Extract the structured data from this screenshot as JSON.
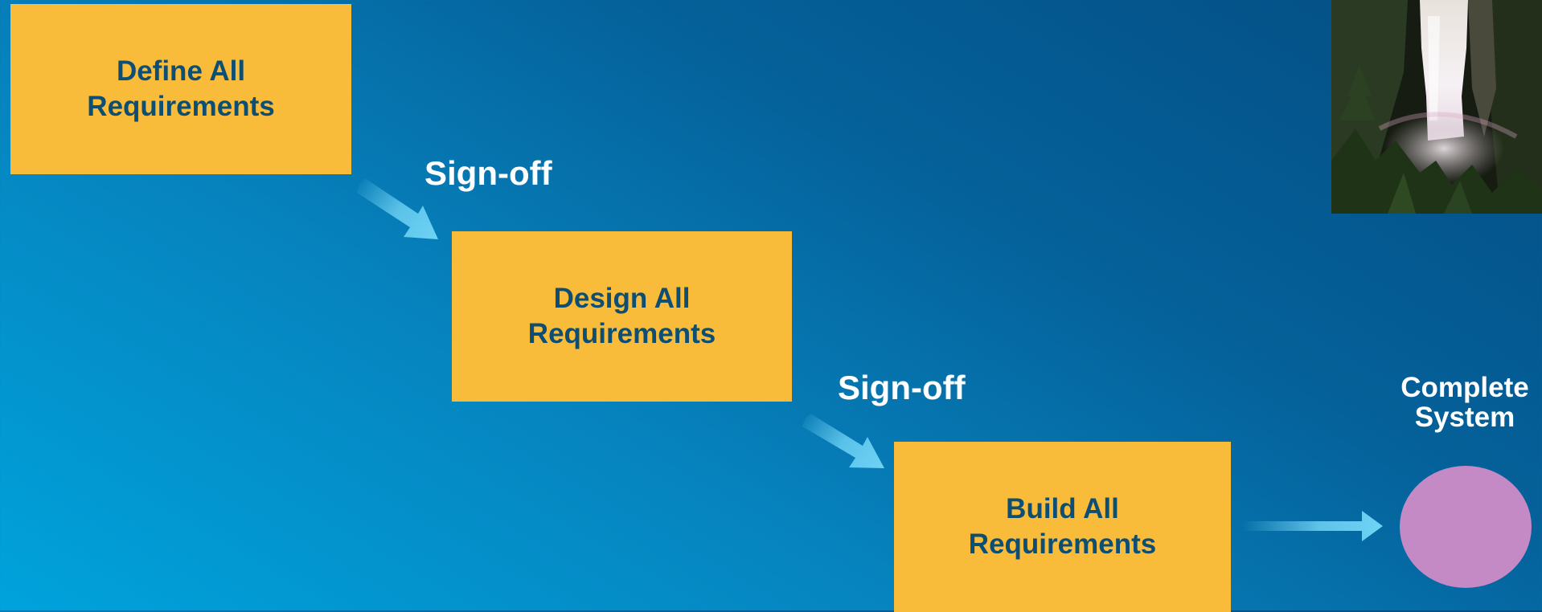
{
  "steps": [
    {
      "line1": "Define All",
      "line2": "Requirements"
    },
    {
      "line1": "Design All",
      "line2": "Requirements"
    },
    {
      "line1": "Build All",
      "line2": "Requirements"
    }
  ],
  "signoff_labels": [
    "Sign-off",
    "Sign-off"
  ],
  "result": {
    "line1": "Complete",
    "line2": "System"
  },
  "colors": {
    "box_fill": "#f9bb3a",
    "box_text": "#0d4f74",
    "circle_fill": "#c38ac6",
    "arrow": "#6fd3f5",
    "label_text": "#ffffff"
  },
  "photo": {
    "icon": "waterfall-photo"
  }
}
